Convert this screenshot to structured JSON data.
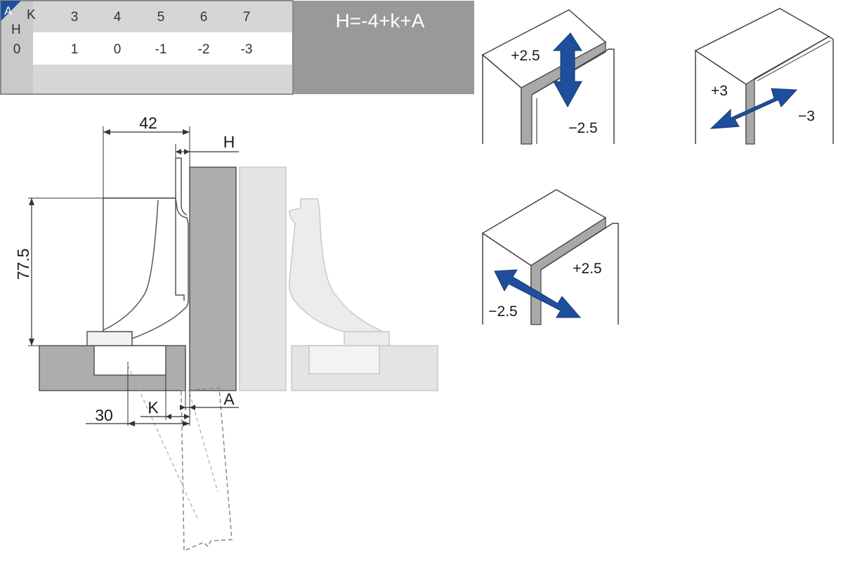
{
  "table": {
    "corner_a": "A",
    "corner_k": "K",
    "corner_h": "H",
    "k_values": [
      "3",
      "4",
      "5",
      "6",
      "7"
    ],
    "a_value": "0",
    "h_values": [
      "1",
      "0",
      "-1",
      "-2",
      "-3"
    ],
    "formula": "H=-4+k+A"
  },
  "dimensions": {
    "width_42": "42",
    "h_label": "H",
    "height_77_5": "77.5",
    "dist_30": "30",
    "k_label": "K",
    "a_label": "A"
  },
  "adjust": {
    "vertical_plus": "+2.5",
    "vertical_minus": "−2.5",
    "depth_plus": "+3",
    "depth_minus": "−3",
    "side_plus": "+2.5",
    "side_minus": "−2.5"
  },
  "colors": {
    "arrow": "#1f4e9c",
    "panel_gray": "#a9a9a9",
    "light_gray": "#d9d9d9",
    "formula_bg": "#999999"
  }
}
